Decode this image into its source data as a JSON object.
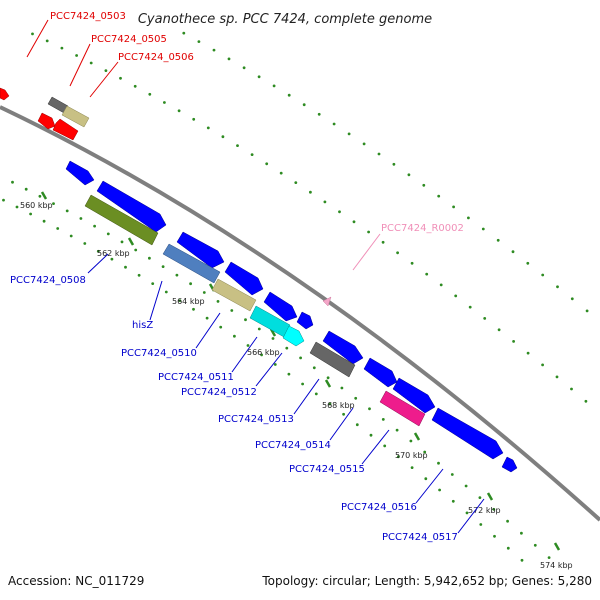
{
  "title": "Cyanothece sp. PCC 7424, complete genome",
  "footer": {
    "accession": "Accession: NC_011729",
    "summary": "Topology: circular; Length: 5,942,652 bp; Genes: 5,280"
  },
  "scale_labels": [
    "560 kbp",
    "562 kbp",
    "564 kbp",
    "566 kbp",
    "568 kbp",
    "570 kbp",
    "572 kbp",
    "574 kbp"
  ],
  "gene_labels": [
    "PCC7424_0503",
    "PCC7424_0505",
    "PCC7424_0506",
    "PCC7424_R0002",
    "PCC7424_0508",
    "hisZ",
    "PCC7424_0510",
    "PCC7424_0511",
    "PCC7424_0512",
    "PCC7424_0513",
    "PCC7424_0514",
    "PCC7424_0515",
    "PCC7424_0516",
    "PCC7424_0517"
  ],
  "colors": {
    "backbone": "#7f7f7f",
    "tick_dots": "#2e8b22",
    "red": "#ff0000",
    "blue": "#0000ff",
    "dark_gray": "#666666",
    "khaki": "#c8c084",
    "olive": "#6b8e23",
    "steel_blue": "#4f7fbf",
    "cyan": "#00e5e5",
    "magenta": "#ee1c8c",
    "pink": "#f4a6c8",
    "label_red": "#e00000",
    "label_blue": "#0000cc",
    "label_pink": "#f08fb8"
  }
}
